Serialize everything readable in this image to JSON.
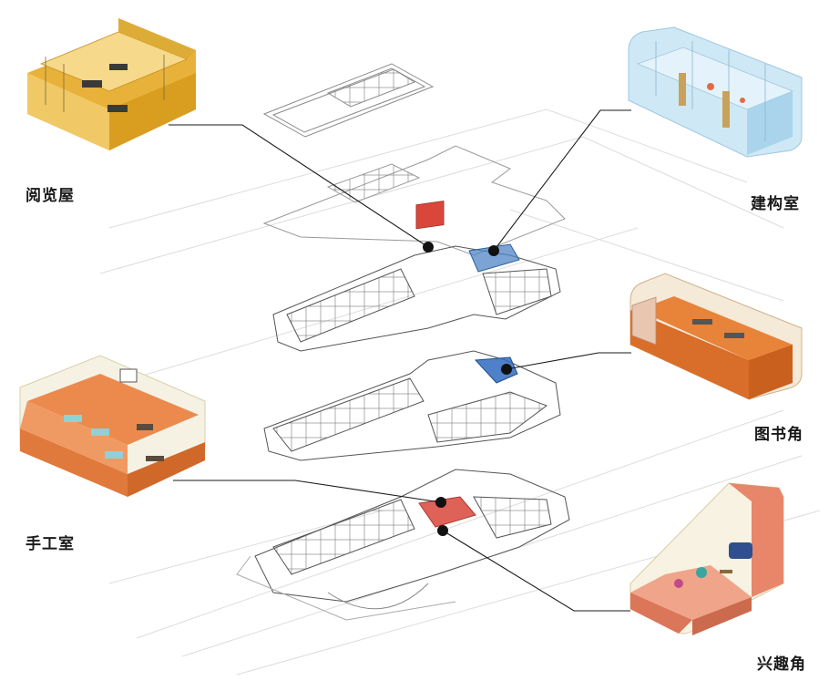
{
  "labels": {
    "reading_room": "阅览屋",
    "construction_room": "建构室",
    "book_corner": "图书角",
    "craft_room": "手工室",
    "interest_corner": "兴趣角"
  },
  "colors": {
    "reading_room": "#e8b23a",
    "construction_room": "#bfe0f2",
    "book_corner": "#e8833a",
    "craft_room": "#ec8a4e",
    "interest_corner": "#e7866a",
    "highlight_red": "#d9473b",
    "highlight_blue": "#4f86c6",
    "line": "#1a1a1a",
    "plan_stroke": "#555555"
  }
}
